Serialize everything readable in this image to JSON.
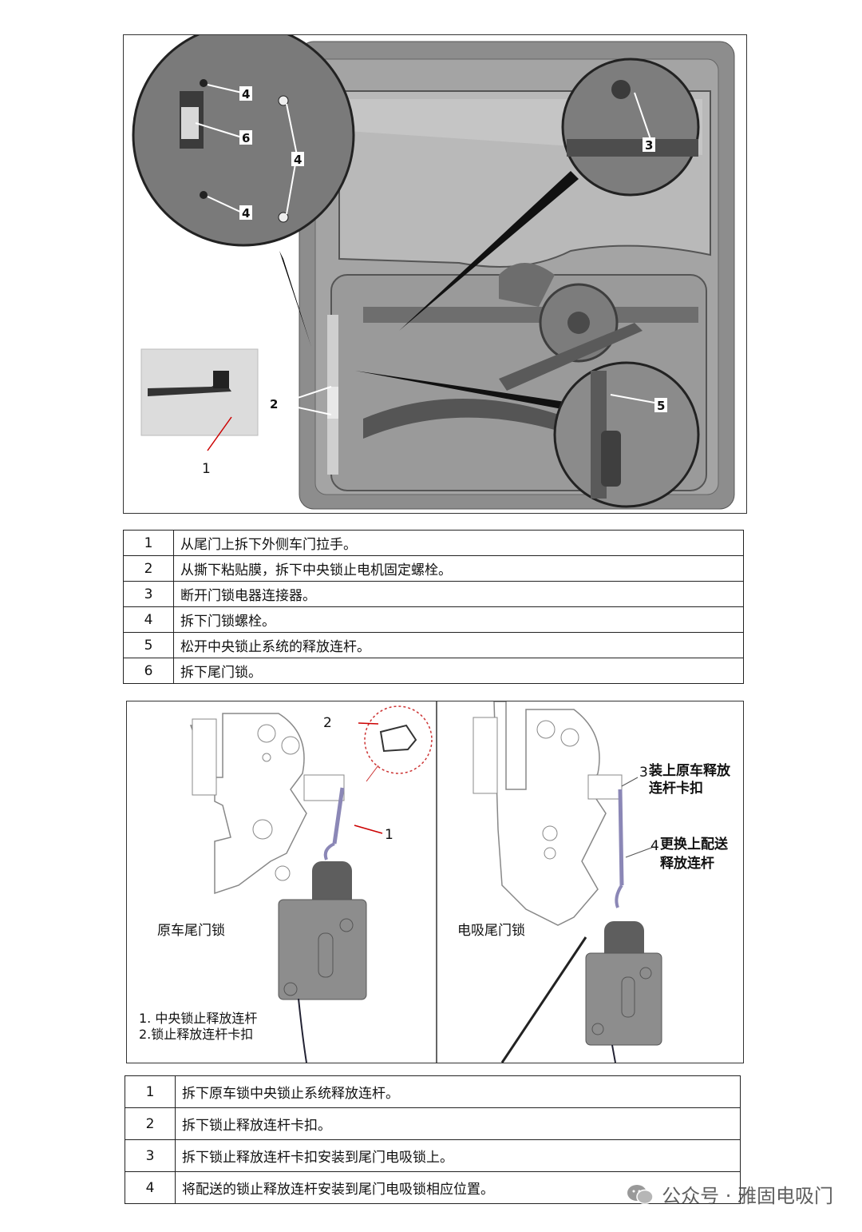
{
  "figure1": {
    "callouts": {
      "c1": "1",
      "c2": "2",
      "c3": "3",
      "c4a": "4",
      "c4b": "4",
      "c4c": "4",
      "c5": "5",
      "c6": "6"
    }
  },
  "table1": [
    {
      "num": "1",
      "text": "从尾门上拆下外侧车门拉手。"
    },
    {
      "num": "2",
      "text": "从撕下粘贴膜，拆下中央锁止电机固定螺栓。"
    },
    {
      "num": "3",
      "text": "断开门锁电器连接器。"
    },
    {
      "num": "4",
      "text": "拆下门锁螺栓。"
    },
    {
      "num": "5",
      "text": "松开中央锁止系统的释放连杆。"
    },
    {
      "num": "6",
      "text": "拆下尾门锁。"
    }
  ],
  "figure2": {
    "left": {
      "title": "原车尾门锁",
      "c1": "1",
      "c2": "2",
      "legend1": "1. 中央锁止释放连杆",
      "legend2": "2.锁止释放连杆卡扣"
    },
    "right": {
      "title": "电吸尾门锁",
      "c3_num": "3",
      "c3_line1": "装上原车释放",
      "c3_line2": "连杆卡扣",
      "c4_num": "4",
      "c4_line1": "更换上配送",
      "c4_line2": "释放连杆"
    }
  },
  "table2": [
    {
      "num": "1",
      "text": "拆下原车锁中央锁止系统释放连杆。"
    },
    {
      "num": "2",
      "text": "拆下锁止释放连杆卡扣。"
    },
    {
      "num": "3",
      "text": "拆下锁止释放连杆卡扣安装到尾门电吸锁上。"
    },
    {
      "num": "4",
      "text": "将配送的锁止释放连杆安装到尾门电吸锁相应位置。"
    }
  ],
  "watermark": {
    "text": "公众号 · 雅固电吸门",
    "icon": "wechat-icon"
  }
}
